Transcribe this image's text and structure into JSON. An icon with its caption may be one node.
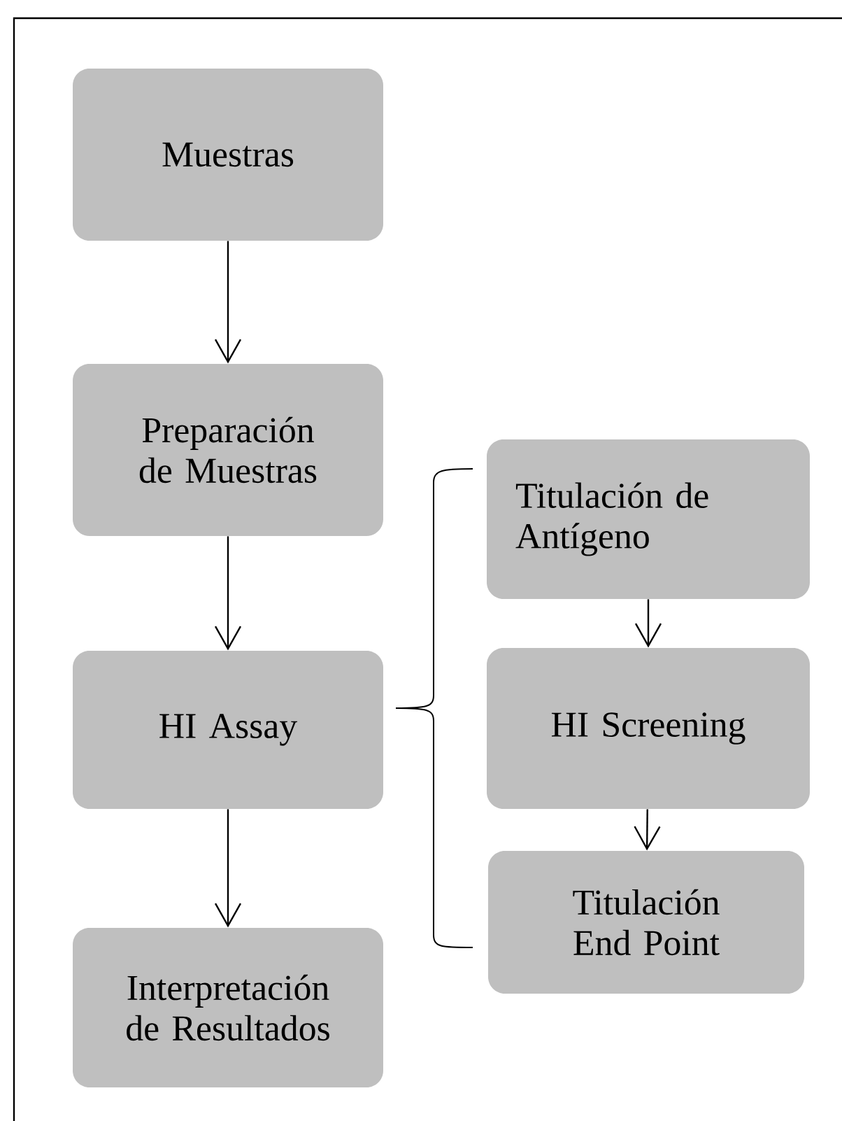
{
  "diagram": {
    "nodes": [
      {
        "text": [
          "Muestras"
        ]
      },
      {
        "text": [
          "Preparación de Muestras"
        ]
      },
      {
        "text": [
          "HI Assay"
        ]
      },
      {
        "text": [
          "Interpretación de Resultados"
        ]
      },
      {
        "text": [
          "Titulación de Antígeno"
        ]
      },
      {
        "text": [
          "HI Screening"
        ]
      },
      {
        "text": [
          "Titulación End Point"
        ]
      }
    ],
    "edges": [
      {
        "from": 0,
        "to": 1,
        "arrow": "to"
      },
      {
        "from": 1,
        "to": 2,
        "arrow": "to"
      },
      {
        "from": 2,
        "to": 3,
        "arrow": "to"
      },
      {
        "from": 4,
        "to": 5,
        "arrow": "to"
      },
      {
        "from": 5,
        "to": 6,
        "arrow": "to"
      }
    ]
  }
}
